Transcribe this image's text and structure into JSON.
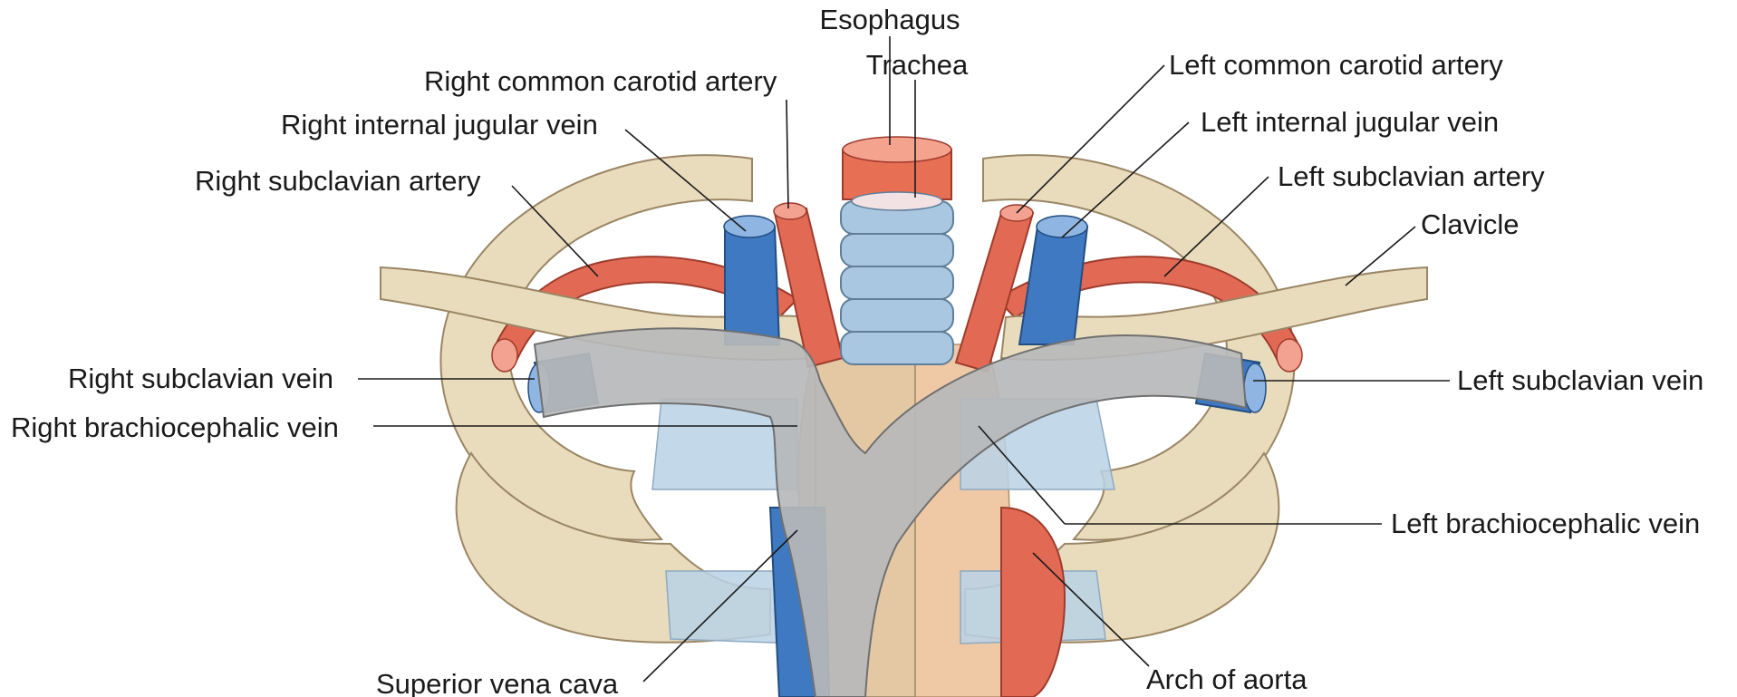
{
  "labels": {
    "esophagus": "Esophagus",
    "trachea": "Trachea",
    "right_common_carotid_artery": "Right common carotid artery",
    "right_internal_jugular_vein": "Right internal jugular vein",
    "right_subclavian_artery": "Right subclavian artery",
    "right_subclavian_vein": "Right subclavian vein",
    "right_brachiocephalic_vein": "Right brachiocephalic vein",
    "superior_vena_cava": "Superior vena cava",
    "left_common_carotid_artery": "Left common carotid artery",
    "left_internal_jugular_vein": "Left internal jugular vein",
    "left_subclavian_artery": "Left subclavian artery",
    "clavicle": "Clavicle",
    "left_subclavian_vein": "Left subclavian vein",
    "left_brachiocephalic_vein": "Left brachiocephalic vein",
    "arch_of_aorta": "Arch of aorta"
  },
  "colors": {
    "bone": "#e9dcbd",
    "cartilage": "#b9d2e6",
    "artery": "#e26a55",
    "vein": "#3f79c2",
    "brachiocephalic_vein": "#b7b9ba",
    "trachea": "#a9c7e0",
    "esophagus": "#e66f54",
    "label_text": "#1a1a1a"
  }
}
